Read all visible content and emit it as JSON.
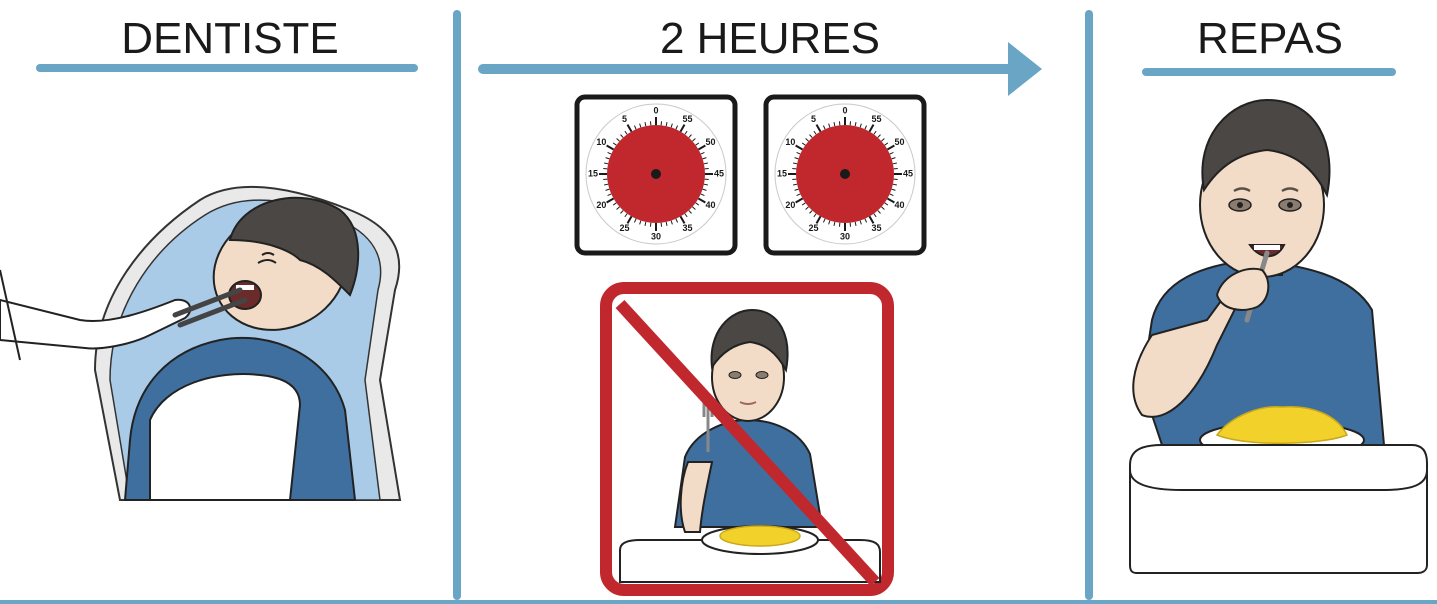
{
  "panels": [
    {
      "title": "DENTISTE",
      "illustration": "patient-in-dental-chair"
    },
    {
      "title": "2 HEURES",
      "illustration": "two-timers-and-no-eating-sign"
    },
    {
      "title": "REPAS",
      "illustration": "boy-eating-pasta"
    }
  ],
  "timer": {
    "labels": [
      "0",
      "5",
      "10",
      "15",
      "20",
      "25",
      "30",
      "35",
      "40",
      "45",
      "50",
      "55"
    ]
  },
  "colors": {
    "accent_blue": "#6aa5c6",
    "prohibition_red": "#c0282d",
    "timer_red": "#c0282d",
    "shirt_blue": "#3f6f9f",
    "hair": "#4a4744",
    "skin": "#f3dcc7",
    "pasta": "#f2d22a"
  }
}
